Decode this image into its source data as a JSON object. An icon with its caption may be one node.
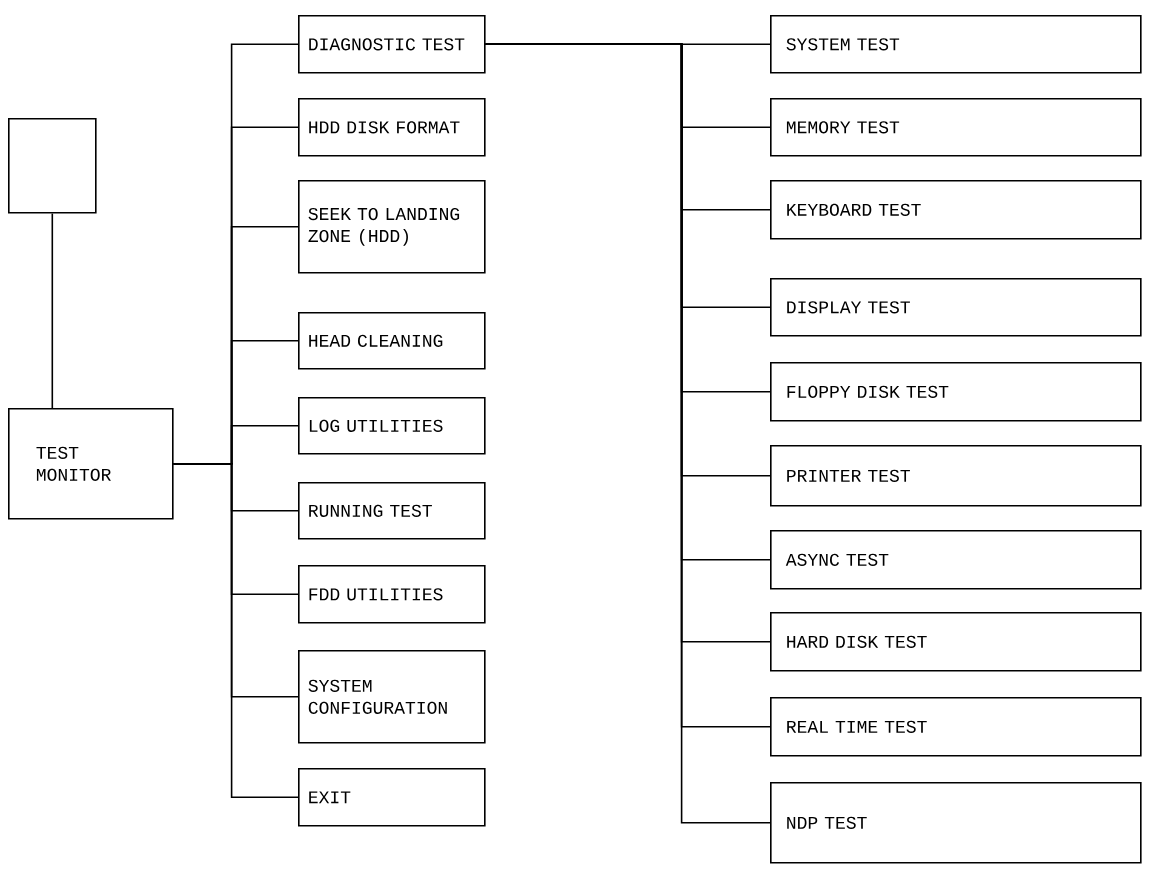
{
  "diagram": {
    "nodes": [
      {
        "text": [],
        "shape": "box"
      },
      {
        "text": [
          "TEST MONITOR"
        ]
      },
      {
        "text": [
          "DIAGNOSTIC TEST"
        ]
      },
      {
        "text": [
          "HDD DISK FORMAT"
        ]
      },
      {
        "text": [
          "SEEK TO LANDING ZONE (HDD)"
        ]
      },
      {
        "text": [
          "HEAD CLEANING"
        ]
      },
      {
        "text": [
          "LOG UTILITIES"
        ]
      },
      {
        "text": [
          "RUNNING TEST"
        ]
      },
      {
        "text": [
          "FDD UTILITIES"
        ]
      },
      {
        "text": [
          "SYSTEM CONFIGURATION"
        ]
      },
      {
        "text": [
          "EXIT"
        ]
      },
      {
        "text": [
          "SYSTEM TEST"
        ]
      },
      {
        "text": [
          "MEMORY TEST"
        ]
      },
      {
        "text": [
          "KEYBOARD TEST"
        ]
      },
      {
        "text": [
          "DISPLAY TEST"
        ]
      },
      {
        "text": [
          "FLOPPY DISK TEST"
        ]
      },
      {
        "text": [
          "PRINTER TEST"
        ]
      },
      {
        "text": [
          "ASYNC TEST"
        ]
      },
      {
        "text": [
          "HARD DISK TEST"
        ]
      },
      {
        "text": [
          "REAL TIME TEST"
        ]
      },
      {
        "text": [
          "NDP TEST"
        ]
      }
    ],
    "edges": [
      {
        "from": 0,
        "to": 1,
        "arrow": "none"
      },
      {
        "from": 1,
        "to": 2,
        "arrow": "none"
      },
      {
        "from": 1,
        "to": 3,
        "arrow": "none"
      },
      {
        "from": 1,
        "to": 4,
        "arrow": "none"
      },
      {
        "from": 1,
        "to": 5,
        "arrow": "none"
      },
      {
        "from": 1,
        "to": 6,
        "arrow": "none"
      },
      {
        "from": 1,
        "to": 7,
        "arrow": "none"
      },
      {
        "from": 1,
        "to": 8,
        "arrow": "none"
      },
      {
        "from": 1,
        "to": 9,
        "arrow": "none"
      },
      {
        "from": 1,
        "to": 10,
        "arrow": "none"
      },
      {
        "from": 2,
        "to": 11,
        "arrow": "none"
      },
      {
        "from": 2,
        "to": 12,
        "arrow": "none"
      },
      {
        "from": 2,
        "to": 13,
        "arrow": "none"
      },
      {
        "from": 2,
        "to": 14,
        "arrow": "none"
      },
      {
        "from": 2,
        "to": 15,
        "arrow": "none"
      },
      {
        "from": 2,
        "to": 16,
        "arrow": "none"
      },
      {
        "from": 2,
        "to": 17,
        "arrow": "none"
      },
      {
        "from": 2,
        "to": 18,
        "arrow": "none"
      },
      {
        "from": 2,
        "to": 19,
        "arrow": "none"
      },
      {
        "from": 2,
        "to": 20,
        "arrow": "none"
      }
    ]
  }
}
